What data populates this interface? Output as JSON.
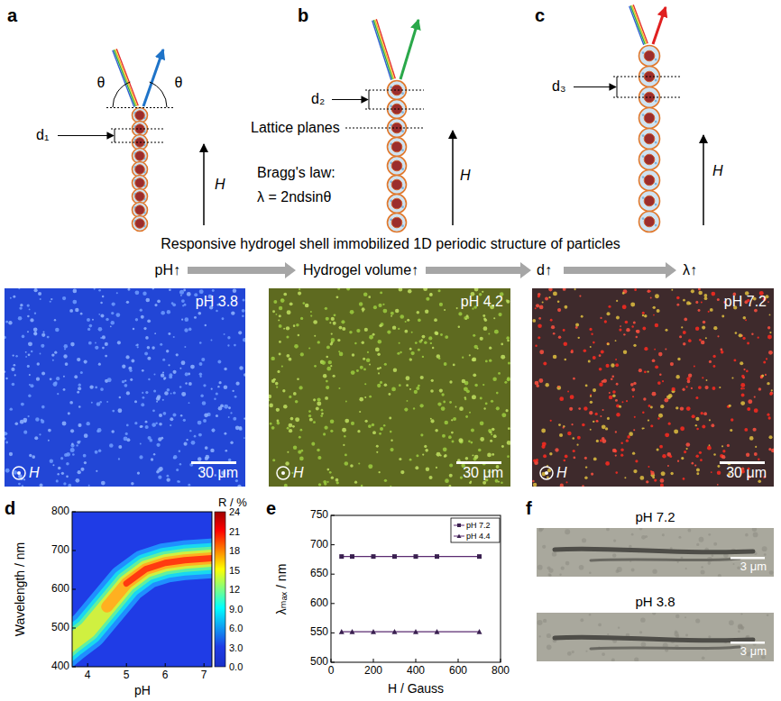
{
  "diagram": {
    "nodes": [
      {
        "text": [
          "pH 3.8",
          "30 μm",
          "H"
        ]
      },
      {
        "text": [
          "pH 4.2",
          "30 μm",
          "H"
        ]
      },
      {
        "text": [
          "pH 7.2",
          "30 μm",
          "H"
        ]
      },
      {
        "text": [
          "pH 7.2",
          "3 μm"
        ]
      },
      {
        "text": [
          "pH 3.8",
          "3 μm"
        ]
      }
    ],
    "labels": [
      "a",
      "θ",
      "θ",
      "d₁",
      "H",
      "b",
      "d₂",
      "Lattice planes",
      "Bragg's law:",
      "λ = 2ndsinθ",
      "H",
      "c",
      "d₃",
      "H",
      "Responsive hydrogel shell immobilized 1D periodic structure of particles",
      "pH↑",
      "Hydrogel volume↑",
      "d↑",
      "λ↑",
      "d",
      "Wavelength / nm",
      "800",
      "700",
      "600",
      "500",
      "400",
      "4",
      "5",
      "6",
      "7",
      "pH",
      "R / %",
      "24",
      "21",
      "18",
      "15",
      "12",
      "9.0",
      "6.0",
      "3.0",
      "0.0",
      "e",
      "λₘₐₓ / nm",
      "750",
      "700",
      "650",
      "600",
      "550",
      "500",
      "0",
      "200",
      "400",
      "600",
      "800",
      "H / Gauss",
      "f"
    ],
    "legend": [
      {
        "text": "pH 7.2"
      },
      {
        "text": "pH 4.4"
      }
    ]
  }
}
